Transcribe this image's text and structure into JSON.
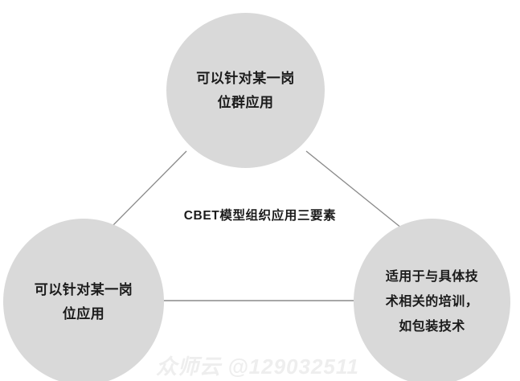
{
  "diagram": {
    "center_label": "CBET模型组织应用三要素",
    "nodes": [
      {
        "id": "top",
        "name": "node-top",
        "text": "可以针对某一岗\n位群应用"
      },
      {
        "id": "left",
        "name": "node-bottom-left",
        "text": "可以针对某一岗\n位应用"
      },
      {
        "id": "right",
        "name": "node-bottom-right",
        "text": "适用于与具体技\n术相关的培训，\n如包装技术"
      }
    ],
    "colors": {
      "node_fill": "#d9d9d9",
      "edge_line": "#8a8a8a",
      "text": "#1b1b1b",
      "background": "#ffffff",
      "watermark": "#eeeeee"
    }
  },
  "watermark": {
    "text": "众师云 @129032511"
  }
}
